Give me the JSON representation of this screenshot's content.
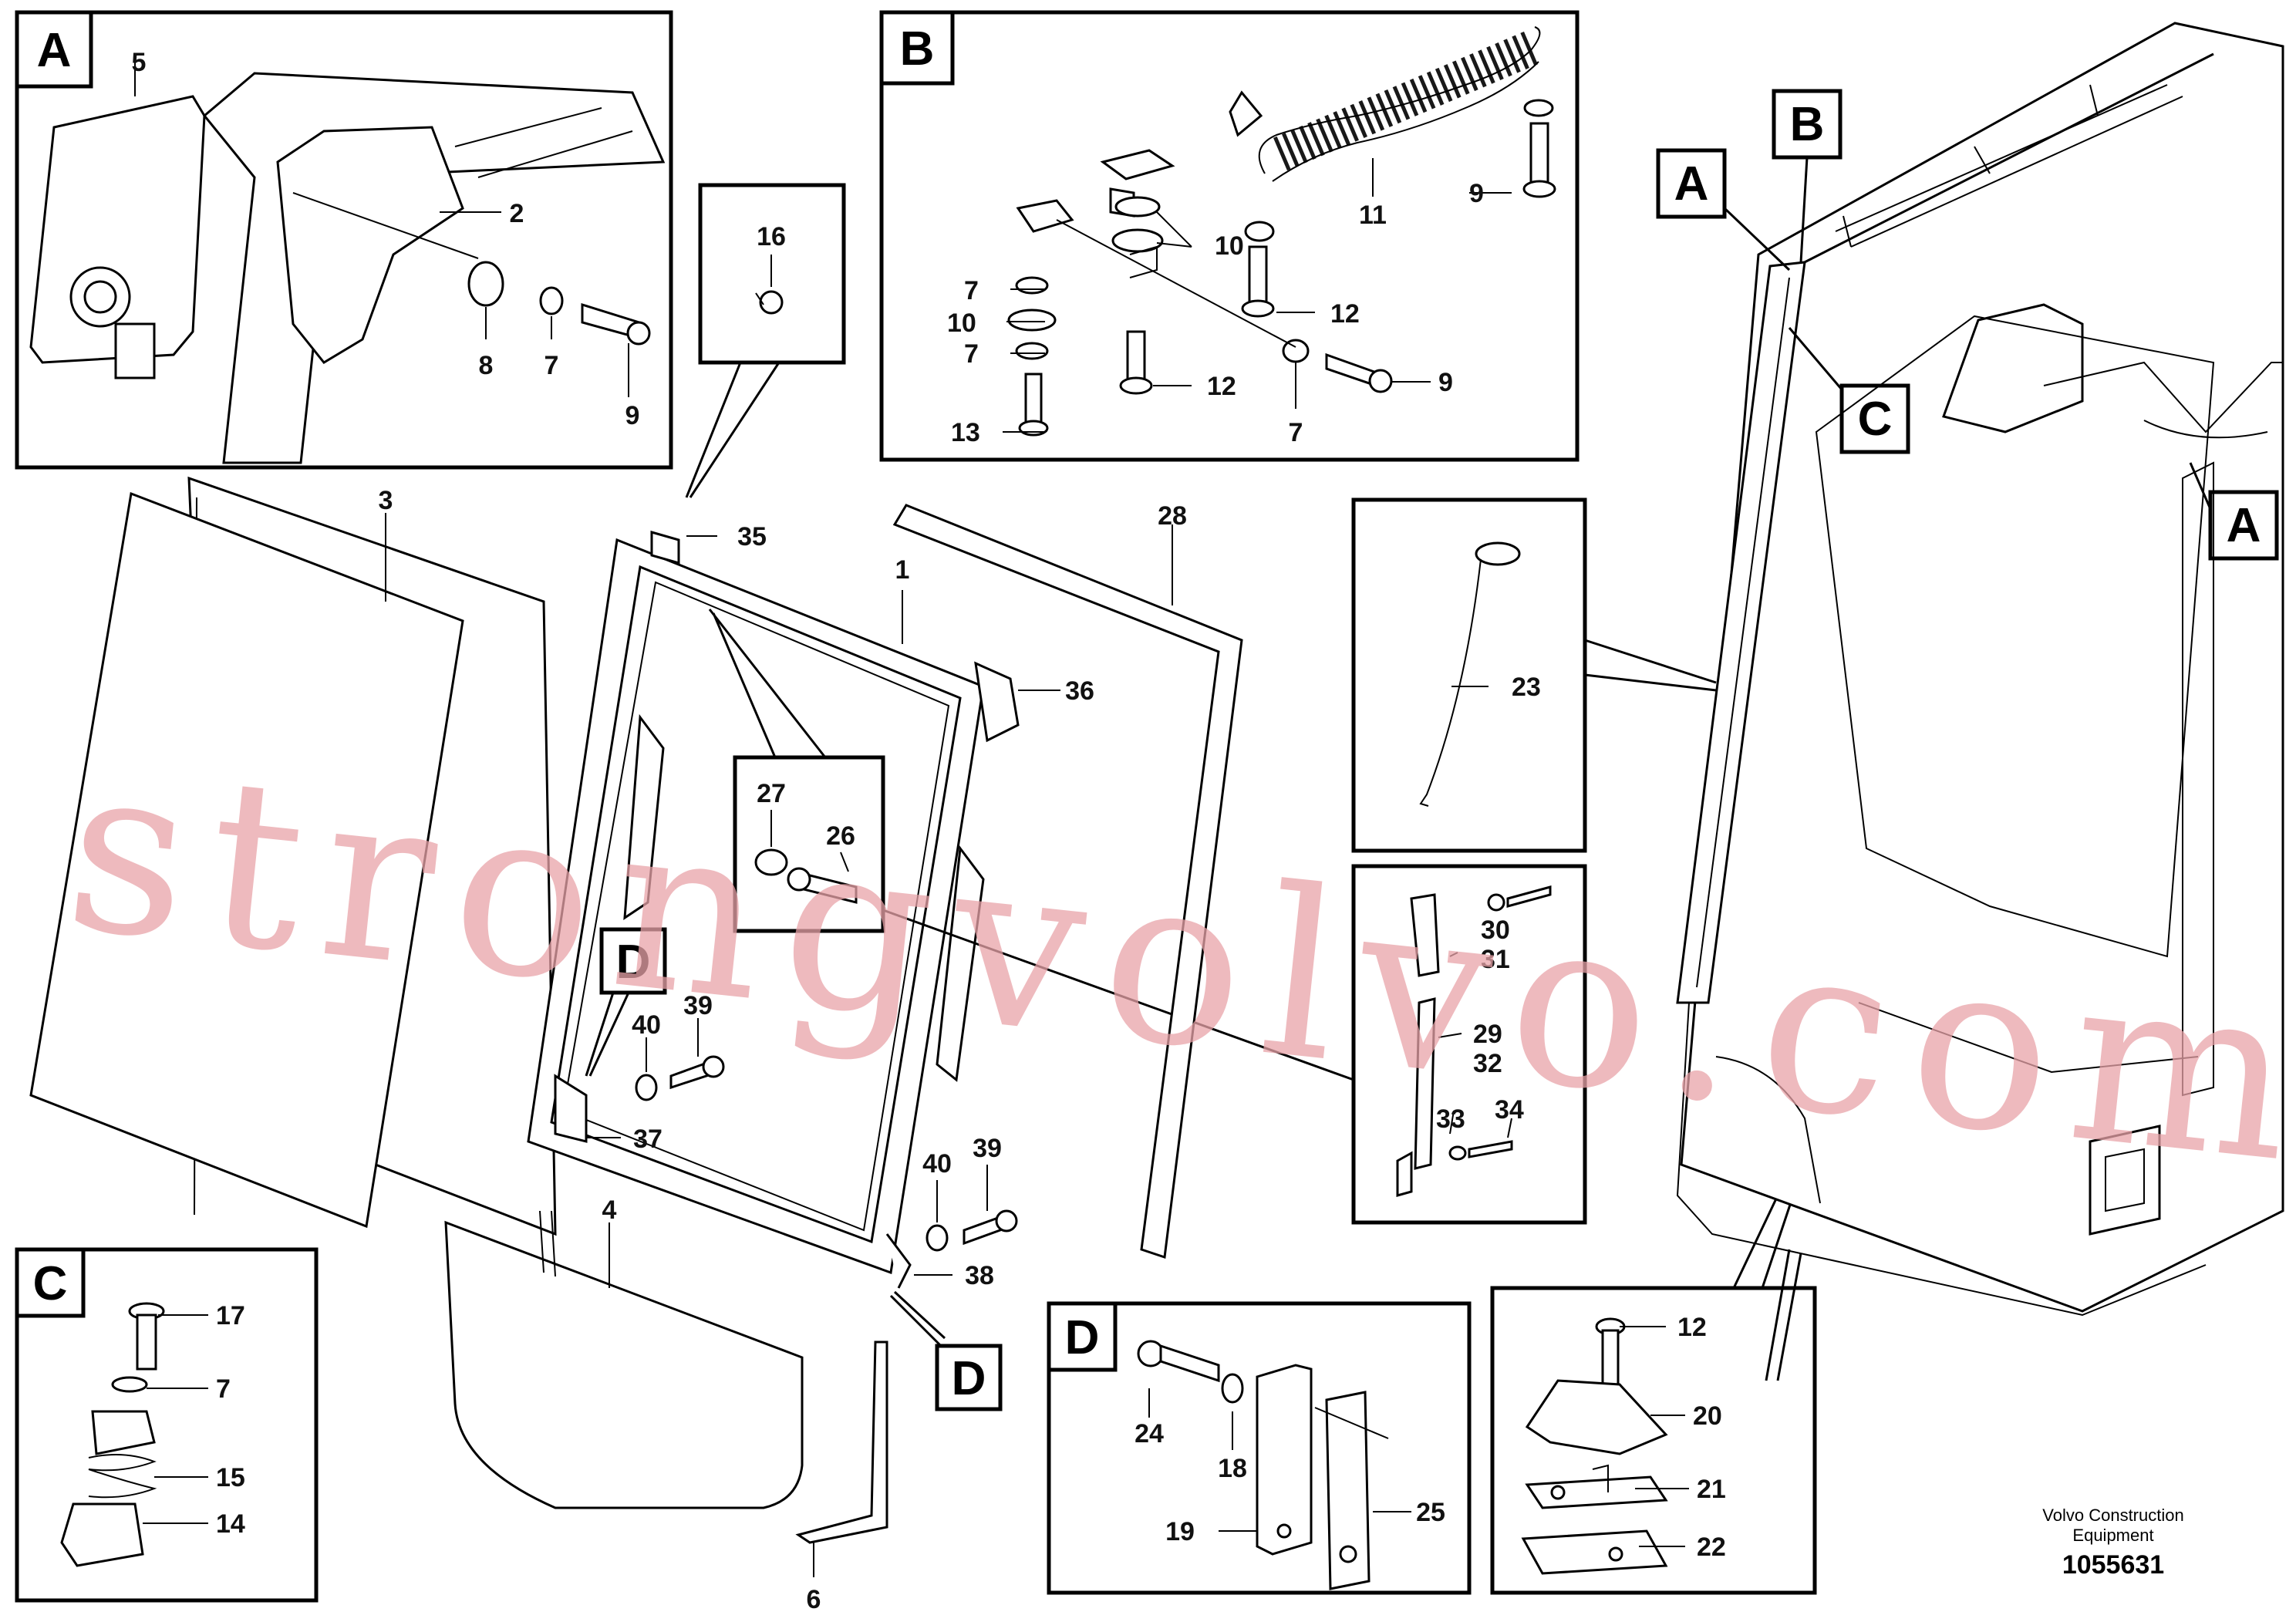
{
  "callouts": {
    "A": "A",
    "B": "B",
    "C": "C",
    "D": "D"
  },
  "parts": {
    "p1": "1",
    "p2": "2",
    "p3": "3",
    "p4": "4",
    "p5": "5",
    "p6": "6",
    "p7": "7",
    "p8": "8",
    "p9": "9",
    "p10": "10",
    "p11": "11",
    "p12": "12",
    "p13": "13",
    "p14": "14",
    "p15": "15",
    "p16": "16",
    "p17": "17",
    "p18": "18",
    "p19": "19",
    "p20": "20",
    "p21": "21",
    "p22": "22",
    "p23": "23",
    "p24": "24",
    "p25": "25",
    "p26": "26",
    "p27": "27",
    "p28": "28",
    "p29": "29",
    "p30": "30",
    "p31": "31",
    "p32": "32",
    "p33": "33",
    "p34": "34",
    "p35": "35",
    "p36": "36",
    "p37": "37",
    "p38": "38",
    "p39": "39",
    "p40": "40"
  },
  "watermark": "strongvolvo.com",
  "footer": {
    "company_line1": "Volvo Construction",
    "company_line2": "Equipment",
    "drawing_number": "1055631"
  }
}
